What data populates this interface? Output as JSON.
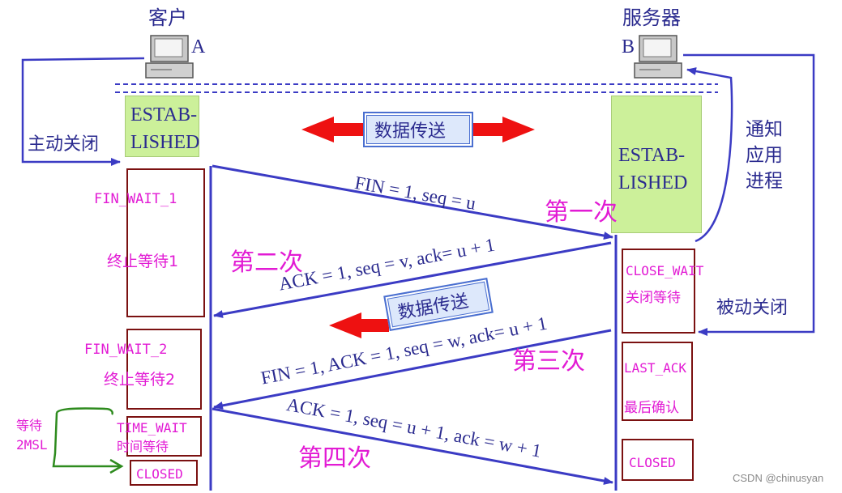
{
  "client": {
    "title": "客户",
    "letter": "A",
    "state": [
      "ESTAB-",
      "LISHED"
    ]
  },
  "server": {
    "title": "服务器",
    "letter": "B",
    "state": [
      "ESTAB-",
      "LISHED"
    ]
  },
  "active_close": "主动关闭",
  "notify_app": [
    "通知",
    "应用",
    "进程"
  ],
  "passive_close": "被动关闭",
  "data_transfer_1": "数据传送",
  "data_transfer_2": "数据传送",
  "messages": {
    "m1": "FIN = 1, seq = u",
    "m2": "ACK = 1, seq = v, ack= u + 1",
    "m3": "FIN = 1, ACK = 1, seq = w, ack= u + 1",
    "m4": "ACK = 1, seq = u + 1, ack = w + 1"
  },
  "steps": {
    "s1": "第一次",
    "s2": "第二次",
    "s3": "第三次",
    "s4": "第四次"
  },
  "client_states": {
    "fin_wait_1": "FIN_WAIT_1",
    "fin_wait_1_cn": "终止等待1",
    "fin_wait_2": "FIN_WAIT_2",
    "fin_wait_2_cn": "终止等待2",
    "time_wait": "TIME_WAIT",
    "time_wait_cn": "时间等待",
    "closed": "CLOSED"
  },
  "wait_note": [
    "等待",
    "2MSL"
  ],
  "server_states": {
    "close_wait": "CLOSE_WAIT",
    "close_wait_cn": "关闭等待",
    "last_ack": "LAST_ACK",
    "last_ack_cn": "最后确认",
    "closed": "CLOSED"
  },
  "watermark": "CSDN @chinusyan",
  "colors": {
    "line": "#3b3bc4",
    "pink": "#e21bd4",
    "red": "#ee1111",
    "state_green": "#ccf09a",
    "box": "#7b1111",
    "green_note": "#2e8b1e"
  }
}
